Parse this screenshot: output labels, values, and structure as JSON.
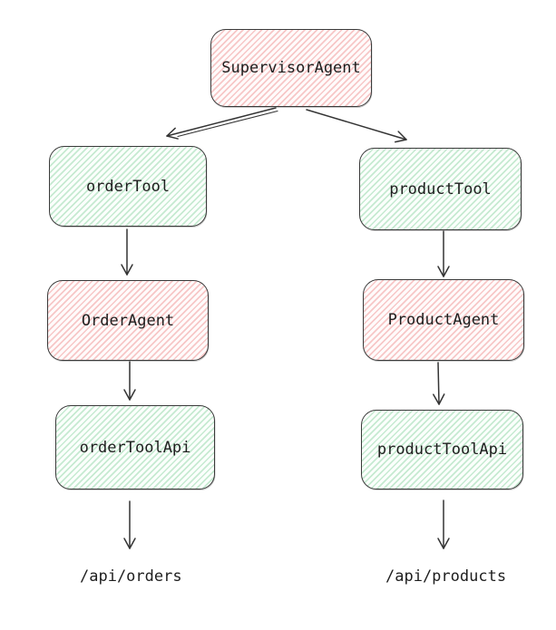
{
  "diagram": {
    "nodes": [
      {
        "id": "supervisorAgent",
        "label": "SupervisorAgent",
        "kind": "agent"
      },
      {
        "id": "orderTool",
        "label": "orderTool",
        "kind": "tool"
      },
      {
        "id": "productTool",
        "label": "productTool",
        "kind": "tool"
      },
      {
        "id": "orderAgent",
        "label": "OrderAgent",
        "kind": "agent"
      },
      {
        "id": "productAgent",
        "label": "ProductAgent",
        "kind": "agent"
      },
      {
        "id": "orderToolApi",
        "label": "orderToolApi",
        "kind": "tool"
      },
      {
        "id": "productToolApi",
        "label": "productToolApi",
        "kind": "tool"
      }
    ],
    "endpoints": [
      {
        "id": "ordersEndpoint",
        "label": "/api/orders"
      },
      {
        "id": "productsEndpoint",
        "label": "/api/products"
      }
    ],
    "edges": [
      {
        "from": "supervisorAgent",
        "to": "orderTool"
      },
      {
        "from": "supervisorAgent",
        "to": "productTool"
      },
      {
        "from": "orderTool",
        "to": "orderAgent"
      },
      {
        "from": "productTool",
        "to": "productAgent"
      },
      {
        "from": "orderAgent",
        "to": "orderToolApi"
      },
      {
        "from": "productAgent",
        "to": "productToolApi"
      },
      {
        "from": "orderToolApi",
        "to": "ordersEndpoint"
      },
      {
        "from": "productToolApi",
        "to": "productsEndpoint"
      }
    ],
    "colors": {
      "agent_hatch": "#f7c7c7",
      "tool_hatch": "#c6ead1",
      "stroke": "#3a3a3a",
      "arrow": "#343434",
      "text": "#1e1e1e",
      "background": "#ffffff"
    }
  }
}
